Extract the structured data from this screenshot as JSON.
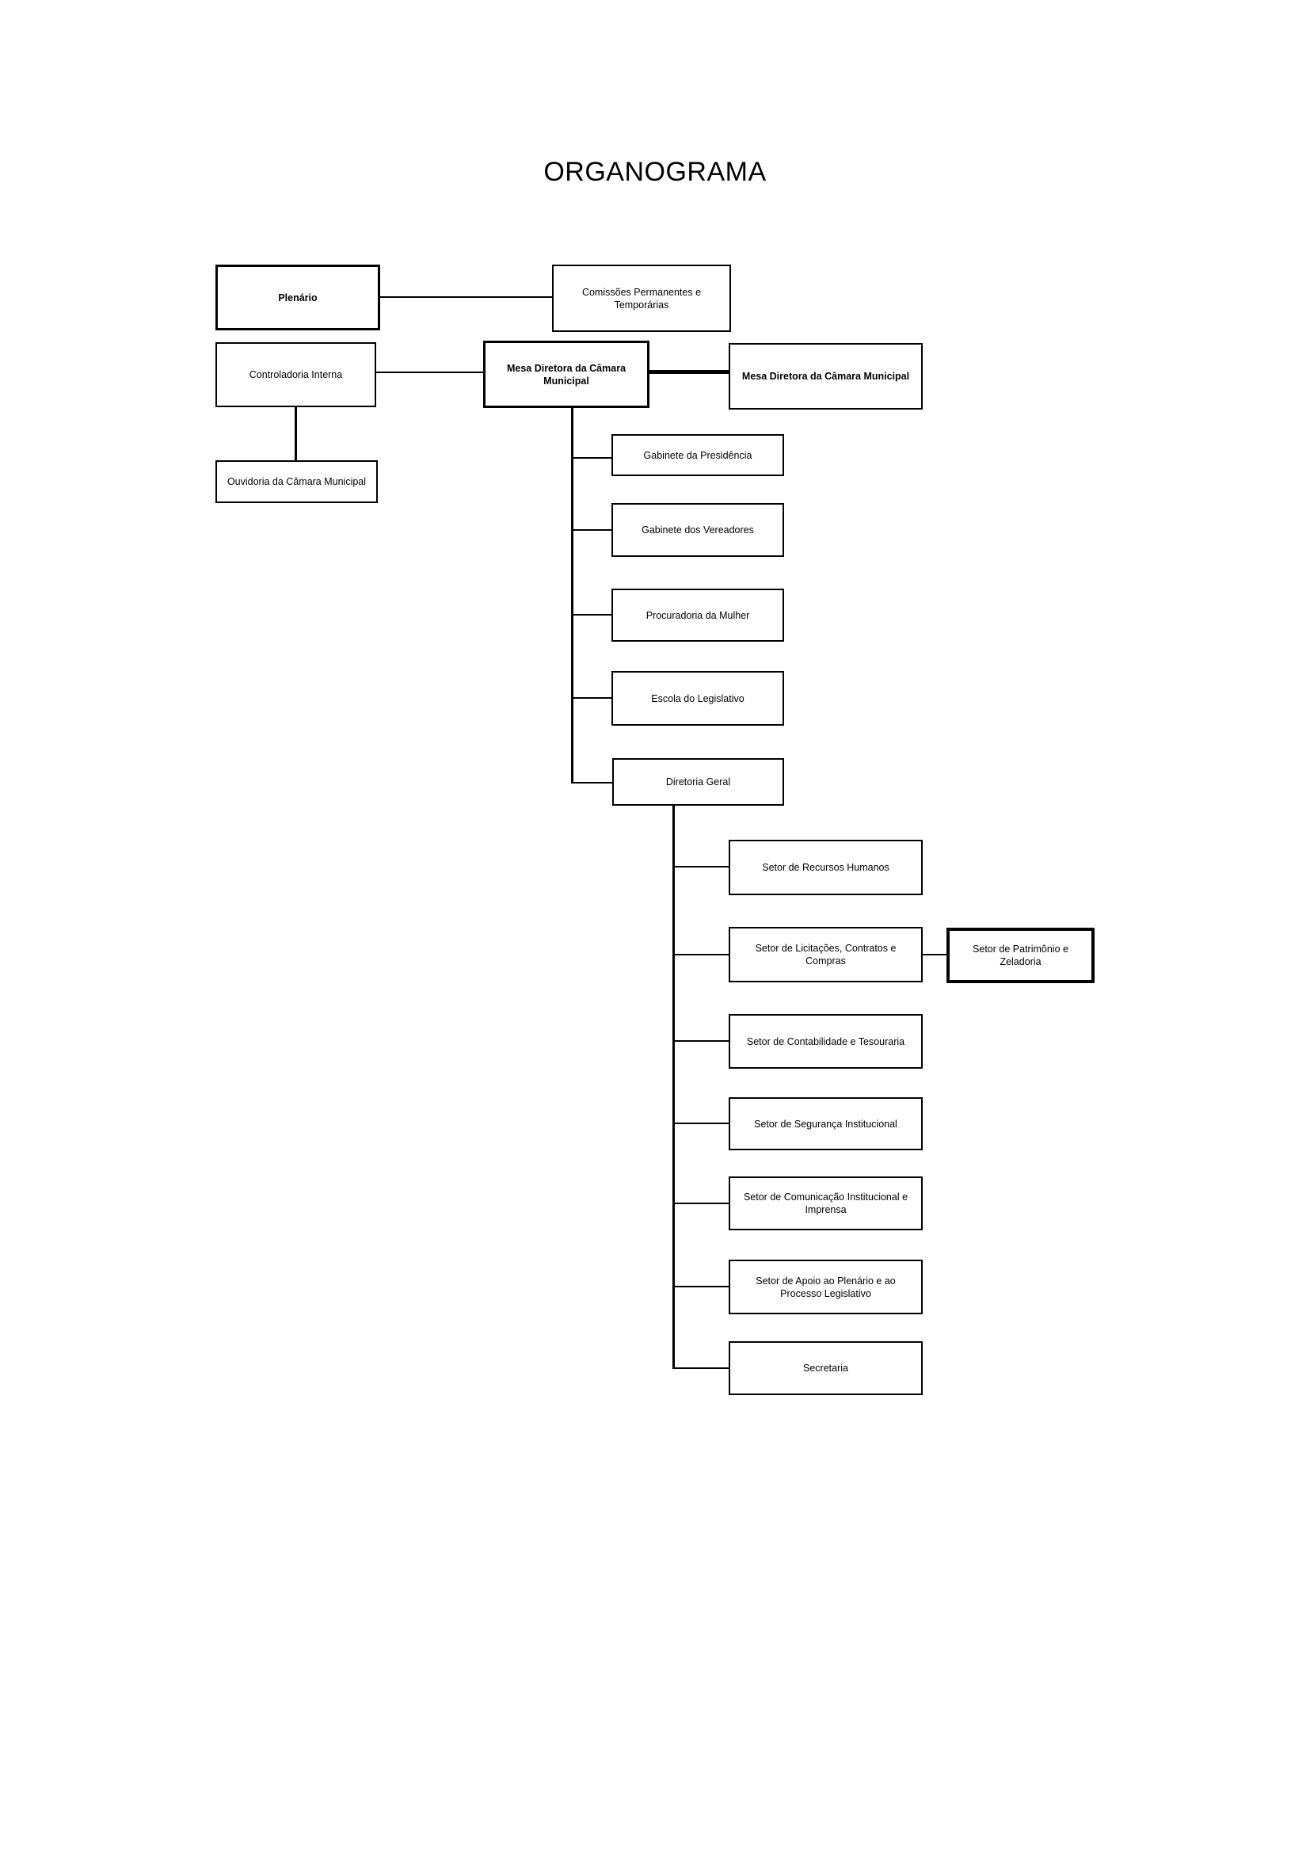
{
  "page": {
    "title": "ORGANOGRAMA"
  },
  "colors": {
    "background": "#ffffff",
    "box_border": "#000000",
    "text": "#000000",
    "connector_line": "#000000"
  },
  "org": {
    "nodes": [
      {
        "id": "plenario",
        "label": "Plenário",
        "bold": true
      },
      {
        "id": "comissoes",
        "label": "Comissões Permanentes e Temporárias",
        "bold": false
      },
      {
        "id": "controladoria",
        "label": "Controladoria Interna",
        "bold": false
      },
      {
        "id": "mesa-diretora-1",
        "label": "Mesa Diretora da Câmara Municipal",
        "bold": true
      },
      {
        "id": "mesa-diretora-2",
        "label": "Mesa Diretora da Câmara Municipal",
        "bold": true
      },
      {
        "id": "ouvidoria",
        "label": "Ouvidoria da Câmara Municipal",
        "bold": false
      },
      {
        "id": "gabinete-presidencia",
        "label": "Gabinete da Presidência",
        "bold": false
      },
      {
        "id": "gabinete-vereadores",
        "label": "Gabinete dos Vereadores",
        "bold": false
      },
      {
        "id": "procuradoria-mulher",
        "label": "Procuradoria da Mulher",
        "bold": false
      },
      {
        "id": "escola-legislativo",
        "label": "Escola do Legislativo",
        "bold": false
      },
      {
        "id": "diretoria-geral",
        "label": "Diretoria Geral",
        "bold": false
      },
      {
        "id": "setor-recursos-humanos",
        "label": "Setor de Recursos Humanos",
        "bold": false
      },
      {
        "id": "setor-licitacoes",
        "label": "Setor de Licitações, Contratos e Compras",
        "bold": false
      },
      {
        "id": "setor-patrimonio",
        "label": "Setor de Patrimônio e Zeladoria",
        "bold": false
      },
      {
        "id": "setor-contabilidade",
        "label": "Setor de Contabilidade e Tesouraria",
        "bold": false
      },
      {
        "id": "setor-seguranca",
        "label": "Setor de Segurança Institucional",
        "bold": false
      },
      {
        "id": "setor-comunicacao",
        "label": "Setor de Comunicação Institucional e Imprensa",
        "bold": false
      },
      {
        "id": "setor-apoio",
        "label": "Setor de Apoio ao Plenário e ao Processo Legislativo",
        "bold": false
      },
      {
        "id": "secretaria",
        "label": "Secretaria",
        "bold": false
      }
    ],
    "relations": [
      {
        "parent": "plenario",
        "child": "comissoes",
        "style": "lateral"
      },
      {
        "parent": "controladoria",
        "child": "mesa-diretora-1",
        "style": "lateral"
      },
      {
        "parent": "mesa-diretora-1",
        "child": "mesa-diretora-2",
        "style": "lateral-thick"
      },
      {
        "parent": "controladoria",
        "child": "ouvidoria",
        "style": "vertical"
      },
      {
        "parent": "mesa-diretora-1",
        "child": "gabinete-presidencia",
        "style": "tree"
      },
      {
        "parent": "mesa-diretora-1",
        "child": "gabinete-vereadores",
        "style": "tree"
      },
      {
        "parent": "mesa-diretora-1",
        "child": "procuradoria-mulher",
        "style": "tree"
      },
      {
        "parent": "mesa-diretora-1",
        "child": "escola-legislativo",
        "style": "tree"
      },
      {
        "parent": "mesa-diretora-1",
        "child": "diretoria-geral",
        "style": "tree"
      },
      {
        "parent": "diretoria-geral",
        "child": "setor-recursos-humanos",
        "style": "tree"
      },
      {
        "parent": "diretoria-geral",
        "child": "setor-licitacoes",
        "style": "tree"
      },
      {
        "parent": "diretoria-geral",
        "child": "setor-contabilidade",
        "style": "tree"
      },
      {
        "parent": "diretoria-geral",
        "child": "setor-seguranca",
        "style": "tree"
      },
      {
        "parent": "diretoria-geral",
        "child": "setor-comunicacao",
        "style": "tree"
      },
      {
        "parent": "diretoria-geral",
        "child": "setor-apoio",
        "style": "tree"
      },
      {
        "parent": "diretoria-geral",
        "child": "secretaria",
        "style": "tree"
      },
      {
        "parent": "setor-licitacoes",
        "child": "setor-patrimonio",
        "style": "lateral"
      }
    ]
  }
}
